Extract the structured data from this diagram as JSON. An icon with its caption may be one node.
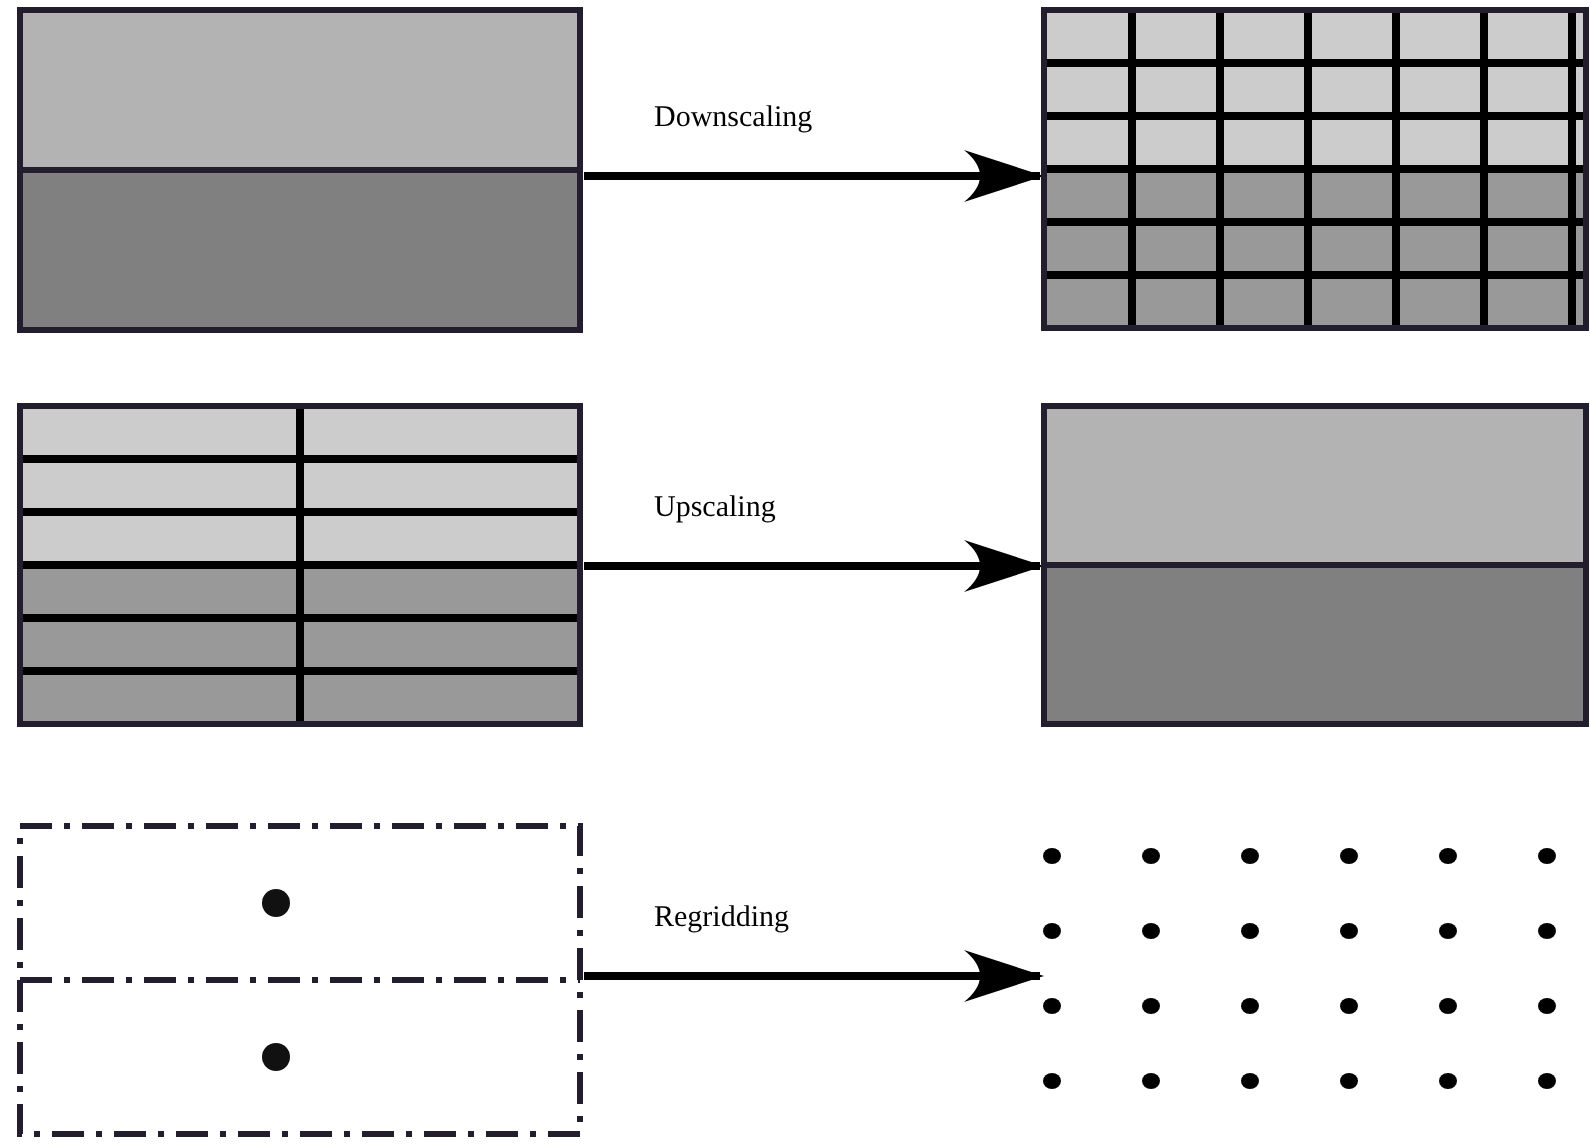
{
  "diagram": {
    "nodes": [
      {
        "text": [],
        "shape": "picture"
      },
      {
        "text": [],
        "shape": "picture"
      },
      {
        "text": [],
        "shape": "picture"
      },
      {
        "text": [],
        "shape": "picture"
      },
      {
        "text": [],
        "shape": "picture"
      },
      {
        "text": [],
        "shape": "picture"
      }
    ],
    "edges": [
      {
        "from": 0,
        "to": 1,
        "arrow": "to",
        "label": "Downscaling"
      },
      {
        "from": 2,
        "to": 3,
        "arrow": "to",
        "label": "Upscaling"
      },
      {
        "from": 4,
        "to": 5,
        "arrow": "to",
        "label": "Regridding"
      }
    ]
  }
}
